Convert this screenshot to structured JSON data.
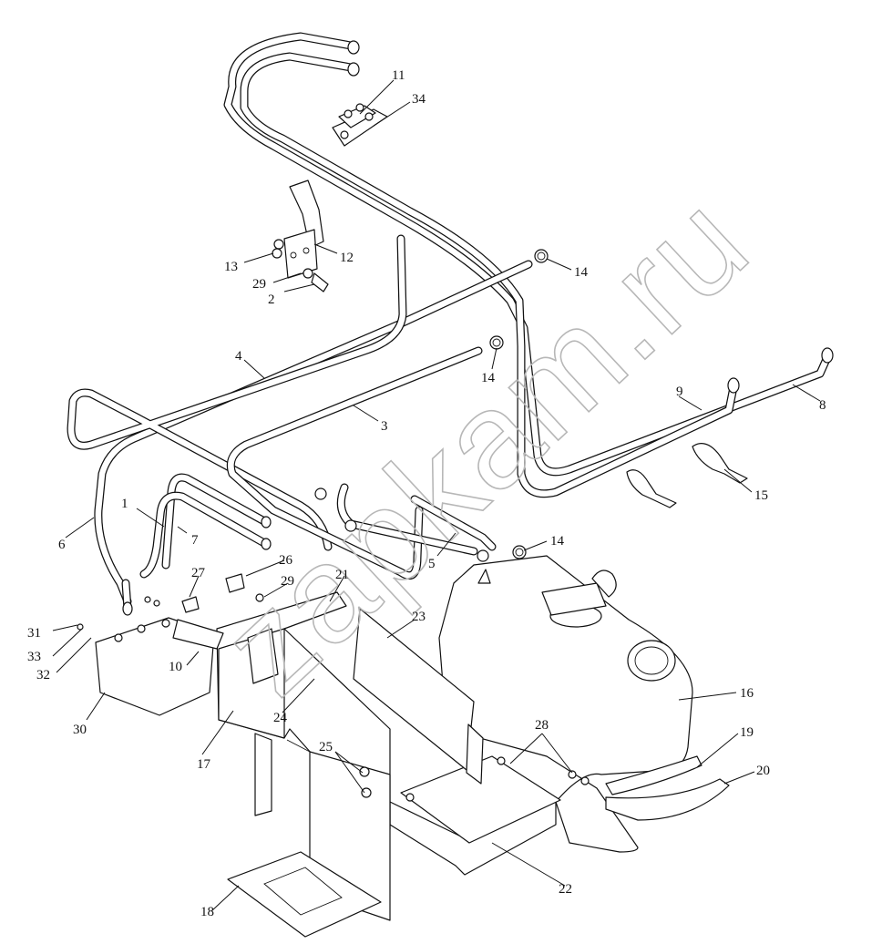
{
  "watermark": "zapkam.ru",
  "callouts": [
    {
      "id": "1",
      "text": "1"
    },
    {
      "id": "2",
      "text": "2"
    },
    {
      "id": "3",
      "text": "3"
    },
    {
      "id": "4",
      "text": "4"
    },
    {
      "id": "5",
      "text": "5"
    },
    {
      "id": "6",
      "text": "6"
    },
    {
      "id": "7",
      "text": "7"
    },
    {
      "id": "8",
      "text": "8"
    },
    {
      "id": "9",
      "text": "9"
    },
    {
      "id": "10",
      "text": "10"
    },
    {
      "id": "11",
      "text": "11"
    },
    {
      "id": "12",
      "text": "12"
    },
    {
      "id": "13",
      "text": "13"
    },
    {
      "id": "14a",
      "text": "14"
    },
    {
      "id": "14b",
      "text": "14"
    },
    {
      "id": "14c",
      "text": "14"
    },
    {
      "id": "15",
      "text": "15"
    },
    {
      "id": "16",
      "text": "16"
    },
    {
      "id": "17",
      "text": "17"
    },
    {
      "id": "18",
      "text": "18"
    },
    {
      "id": "19",
      "text": "19"
    },
    {
      "id": "20",
      "text": "20"
    },
    {
      "id": "21",
      "text": "21"
    },
    {
      "id": "22",
      "text": "22"
    },
    {
      "id": "23",
      "text": "23"
    },
    {
      "id": "24",
      "text": "24"
    },
    {
      "id": "25",
      "text": "25"
    },
    {
      "id": "26",
      "text": "26"
    },
    {
      "id": "27",
      "text": "27"
    },
    {
      "id": "28",
      "text": "28"
    },
    {
      "id": "29a",
      "text": "29"
    },
    {
      "id": "29b",
      "text": "29"
    },
    {
      "id": "30",
      "text": "30"
    },
    {
      "id": "31",
      "text": "31"
    },
    {
      "id": "32",
      "text": "32"
    },
    {
      "id": "33",
      "text": "33"
    },
    {
      "id": "34",
      "text": "34"
    }
  ]
}
